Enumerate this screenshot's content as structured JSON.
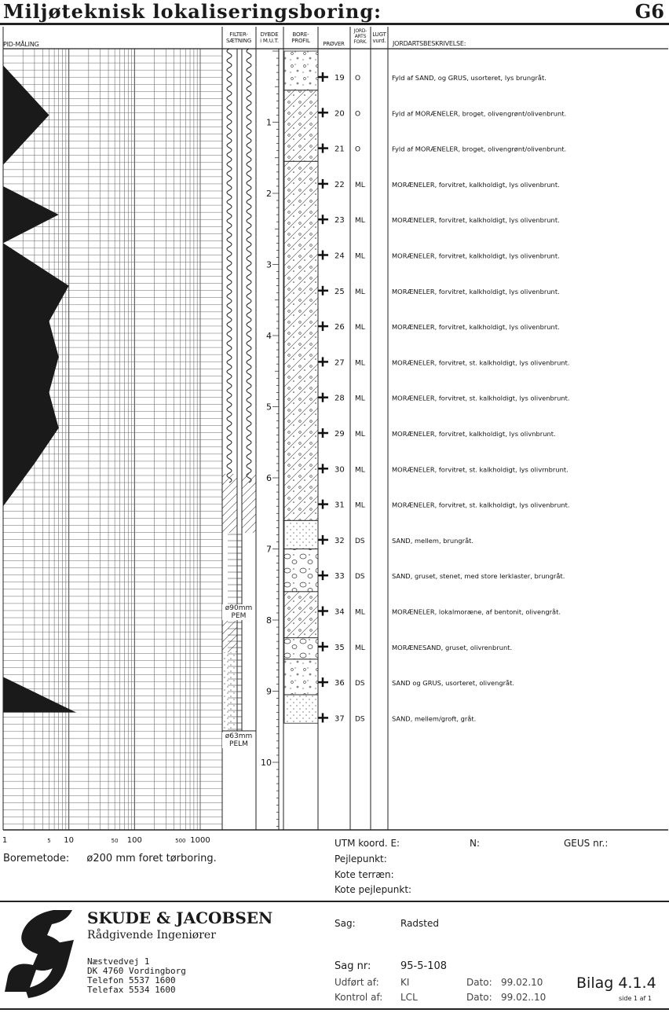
{
  "document": {
    "title": "Miljøteknisk lokaliseringsboring:",
    "boring_id": "G6"
  },
  "headers": {
    "pid": "PID-MÅLING",
    "filter_1": "FILTER-",
    "filter_2": "SÆTNING",
    "depth_1": "DYBDE",
    "depth_2": "i M.U.T.",
    "profile_1": "BORE-",
    "profile_2": "PROFIL",
    "samples": "PRØVER",
    "soil_1": "JORD-",
    "soil_2": "ARTS",
    "soil_3": "FORK.",
    "smell_1": "LUGT",
    "smell_2": "vurd.",
    "description": "JORDARTSBESKRIVELSE:"
  },
  "pid_axis": [
    "1",
    "5",
    "10",
    "50",
    "100",
    "500",
    "1000"
  ],
  "pid_profile": [
    {
      "depth": 0.0,
      "value": 1
    },
    {
      "depth": 0.2,
      "value": 1
    },
    {
      "depth": 0.9,
      "value": 5
    },
    {
      "depth": 1.6,
      "value": 1
    },
    {
      "depth": 1.9,
      "value": 1
    },
    {
      "depth": 2.3,
      "value": 7
    },
    {
      "depth": 2.7,
      "value": 1
    },
    {
      "depth": 3.3,
      "value": 10
    },
    {
      "depth": 3.8,
      "value": 5
    },
    {
      "depth": 4.3,
      "value": 7
    },
    {
      "depth": 4.8,
      "value": 5
    },
    {
      "depth": 5.3,
      "value": 7
    },
    {
      "depth": 5.8,
      "value": 3
    },
    {
      "depth": 6.4,
      "value": 1
    },
    {
      "depth": 8.8,
      "value": 1
    },
    {
      "depth": 9.3,
      "value": 13
    },
    {
      "depth": 9.3,
      "value": 1
    }
  ],
  "depth_labels": [
    "1",
    "2",
    "3",
    "4",
    "5",
    "6",
    "7",
    "8",
    "9",
    "10"
  ],
  "filter_notes": [
    {
      "line1": "ø90mm",
      "line2": "PEM"
    },
    {
      "line1": "ø63mm",
      "line2": "PELM"
    }
  ],
  "samples": [
    {
      "no": "19",
      "code": "O",
      "desc": "Fyld af SAND, og GRUS, usorteret, lys brungråt."
    },
    {
      "no": "20",
      "code": "O",
      "desc": "Fyld af MORÆNELER, broget, olivengrønt/olivenbrunt."
    },
    {
      "no": "21",
      "code": "O",
      "desc": "Fyld af MORÆNELER, broget, olivengrønt/olivenbrunt."
    },
    {
      "no": "22",
      "code": "ML",
      "desc": "MORÆNELER, forvitret, kalkholdigt, lys olivenbrunt."
    },
    {
      "no": "23",
      "code": "ML",
      "desc": "MORÆNELER, forvitret, kalkholdigt, lys olivenbrunt."
    },
    {
      "no": "24",
      "code": "ML",
      "desc": "MORÆNELER, forvitret, kalkholdigt, lys olivenbrunt."
    },
    {
      "no": "25",
      "code": "ML",
      "desc": "MORÆNELER, forvitret, kalkholdigt, lys olivenbrunt."
    },
    {
      "no": "26",
      "code": "ML",
      "desc": "MORÆNELER, forvitret, kalkholdigt, lys olivenbrunt."
    },
    {
      "no": "27",
      "code": "ML",
      "desc": "MORÆNELER, forvitret, st. kalkholdigt, lys olivenbrunt."
    },
    {
      "no": "28",
      "code": "ML",
      "desc": "MORÆNELER, forvitret, st. kalkholdigt, lys olivenbrunt."
    },
    {
      "no": "29",
      "code": "ML",
      "desc": "MORÆNELER, forvitret, kalkholdigt, lys olivnbrunt."
    },
    {
      "no": "30",
      "code": "ML",
      "desc": "MORÆNELER, forvitret, st. kalkholdigt, lys olivrnbrunt."
    },
    {
      "no": "31",
      "code": "ML",
      "desc": "MORÆNELER, forvitret, st. kalkholdigt, lys olivenbrunt."
    },
    {
      "no": "32",
      "code": "DS",
      "desc": "SAND, mellem, brungråt."
    },
    {
      "no": "33",
      "code": "DS",
      "desc": "SAND, gruset, stenet, med store lerklaster, brungråt."
    },
    {
      "no": "34",
      "code": "ML",
      "desc": "MORÆNELER, lokalmoræne, af bentonit, olivengråt."
    },
    {
      "no": "35",
      "code": "ML",
      "desc": "MORÆNESAND, gruset, olivrenbrunt."
    },
    {
      "no": "36",
      "code": "DS",
      "desc": "SAND og GRUS, usorteret, olivengråt."
    },
    {
      "no": "37",
      "code": "DS",
      "desc": "SAND, mellem/groft, gråt."
    }
  ],
  "info": {
    "boremetode_label": "Boremetode:",
    "boremetode_value": "ø200 mm foret tørboring.",
    "utm": "UTM koord. E:",
    "n": "N:",
    "geus": "GEUS nr.:",
    "pejlepunkt": "Pejlepunkt:",
    "kote_terraen": "Kote terræn:",
    "kote_pejlepunkt": "Kote pejlepunkt:"
  },
  "company": {
    "name": "SKUDE & JACOBSEN",
    "subtitle": "Rådgivende Ingeniører",
    "address": [
      "Næstvedvej 1",
      "DK 4760 Vordingborg",
      "Telefon 5537 1600",
      "Telefax 5534 1600"
    ]
  },
  "project": {
    "sag_label": "Sag:",
    "sag_value": "Radsted",
    "sagnr_label": "Sag nr:",
    "sagnr_value": "95-5-108",
    "udfort_label": "Udført af:",
    "udfort_value": "KI",
    "kontrol_label": "Kontrol af:",
    "kontrol_value": "LCL",
    "dato1_label": "Dato:",
    "dato1_value": "99.02.10",
    "dato2_label": "Dato:",
    "dato2_value": "99.02..10",
    "bilag": "Bilag 4.1.4",
    "side": "side 1 af 1"
  }
}
